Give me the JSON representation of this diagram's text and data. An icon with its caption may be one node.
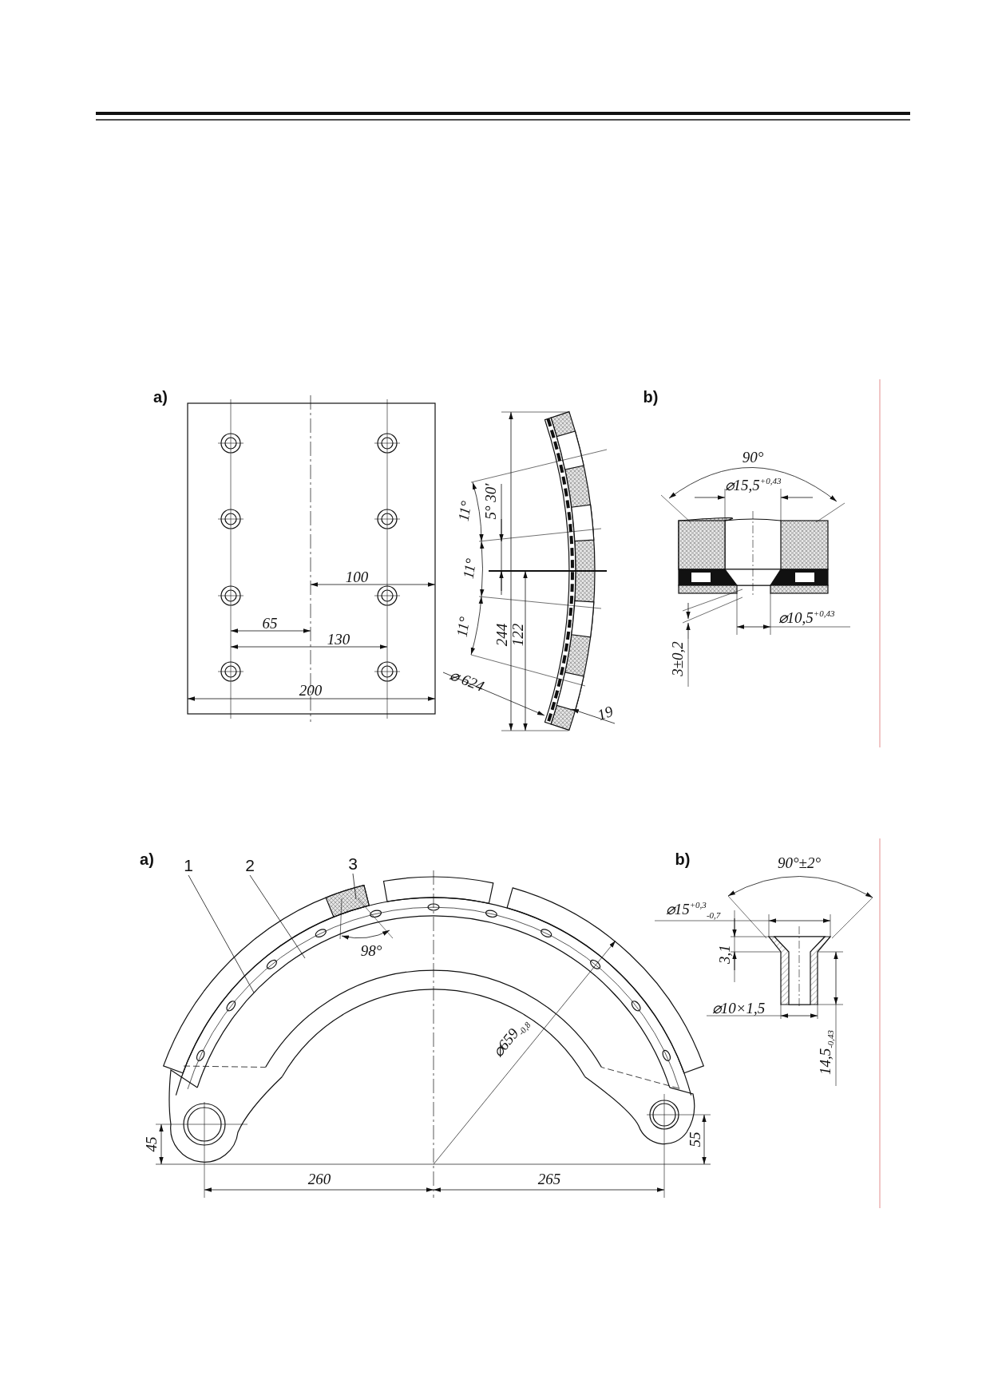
{
  "diagram": {
    "nodes": [
      {
        "text": [
          "1"
        ]
      },
      {
        "text": [
          "2"
        ]
      },
      {
        "text": [
          "3"
        ]
      }
    ],
    "edges": [
      {
        "from": 0,
        "to": null,
        "arrow": "none"
      },
      {
        "from": 1,
        "to": null,
        "arrow": "none"
      },
      {
        "from": 2,
        "to": null,
        "arrow": "none"
      }
    ],
    "labels": [
      "a)",
      "b)",
      "90°",
      "⌀15,5$^{+0,43}$",
      "11°",
      "5° 30′",
      "100",
      "11°",
      "65",
      "130",
      "11°",
      "244",
      "122",
      "⌀ 624",
      "200",
      "⌀10,5$^{+0,43}$",
      "3±0,2",
      "19",
      "a)",
      "b)",
      "90°±2°",
      "98°",
      "⌀15$^{+0,3}$$_{-0,7}$",
      "3,1",
      "⌀10×1,5",
      "⌀659$_{-0,8}$",
      "14,5$_{-0,43}$",
      "45",
      "55",
      "260",
      "265"
    ]
  }
}
